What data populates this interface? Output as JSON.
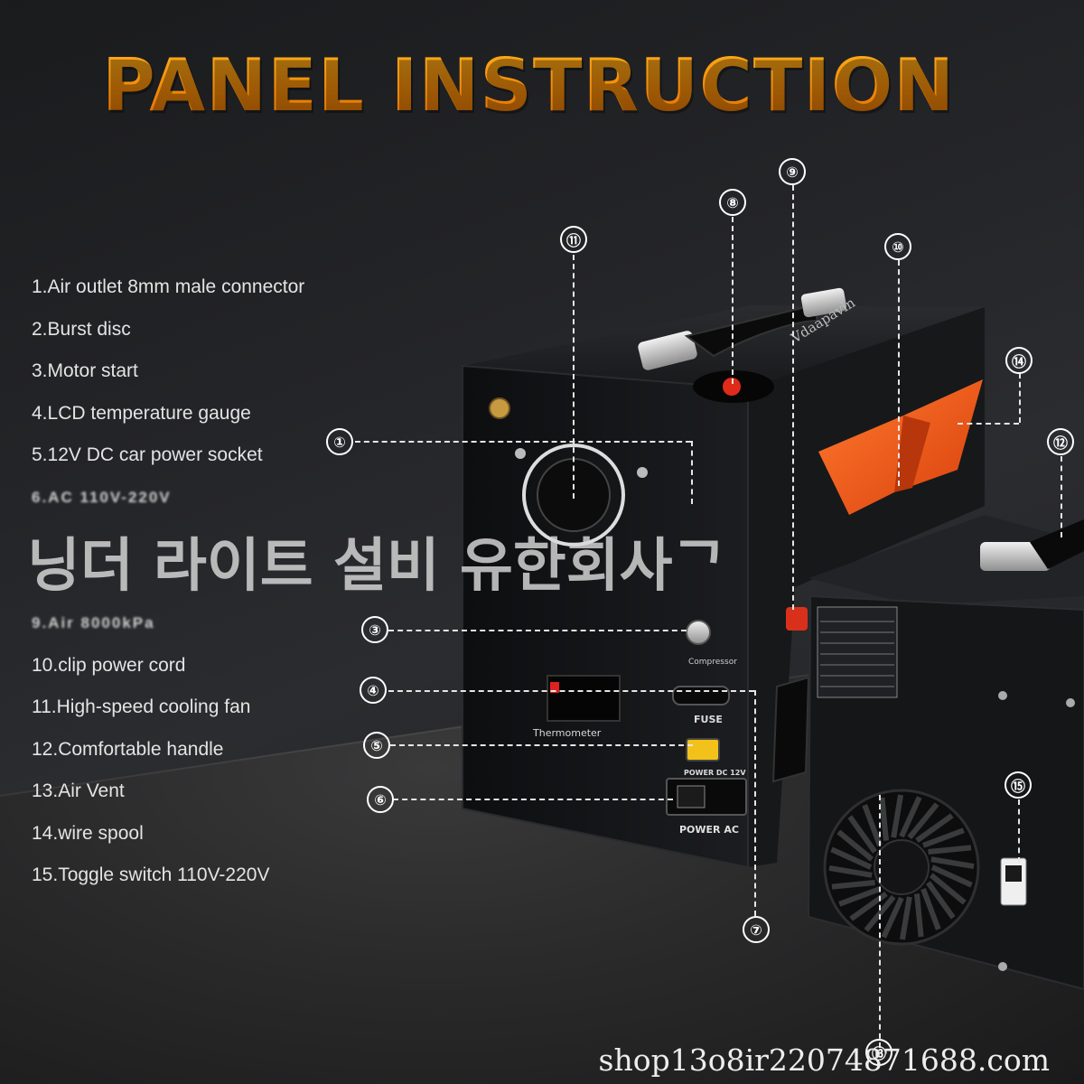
{
  "title": "PANEL INSTRUCTION",
  "legend": [
    {
      "text": "1.Air outlet 8mm male connector",
      "blurred": false
    },
    {
      "text": "2.Burst disc",
      "blurred": false
    },
    {
      "text": "3.Motor start",
      "blurred": false
    },
    {
      "text": "4.LCD temperature gauge",
      "blurred": false
    },
    {
      "text": "5.12V DC car power socket",
      "blurred": false
    },
    {
      "text": "6.AC 110V-220V",
      "blurred": true
    },
    {
      "text": "",
      "blurred": true
    },
    {
      "text": "",
      "blurred": true
    },
    {
      "text": "9.Air 8000kPa",
      "blurred": true
    },
    {
      "text": "10.clip power cord",
      "blurred": false
    },
    {
      "text": "11.High-speed cooling fan",
      "blurred": false
    },
    {
      "text": "12.Comfortable handle",
      "blurred": false
    },
    {
      "text": "13.Air Vent",
      "blurred": false
    },
    {
      "text": "14.wire spool",
      "blurred": false
    },
    {
      "text": "15.Toggle switch 110V-220V",
      "blurred": false
    }
  ],
  "watermark": "닝더 라이트 설비 유한회사ᄀ",
  "shop_url": "shop13o8ir22074871688.com",
  "device": {
    "brand": "Vdaapavin",
    "labels": {
      "compressor": "Compressor",
      "fuse": "FUSE",
      "thermometer": "Thermometer",
      "power_dc": "POWER DC 12V",
      "power_ac": "POWER AC"
    }
  },
  "callouts": [
    "①",
    "③",
    "④",
    "⑤",
    "⑥",
    "⑦",
    "⑧",
    "⑨",
    "⑩",
    "⑪",
    "⑫",
    "⑬",
    "⑭",
    "⑮"
  ],
  "colors": {
    "title": "#f5920a",
    "accent_orange": "#f0561c",
    "body": "#111214"
  }
}
